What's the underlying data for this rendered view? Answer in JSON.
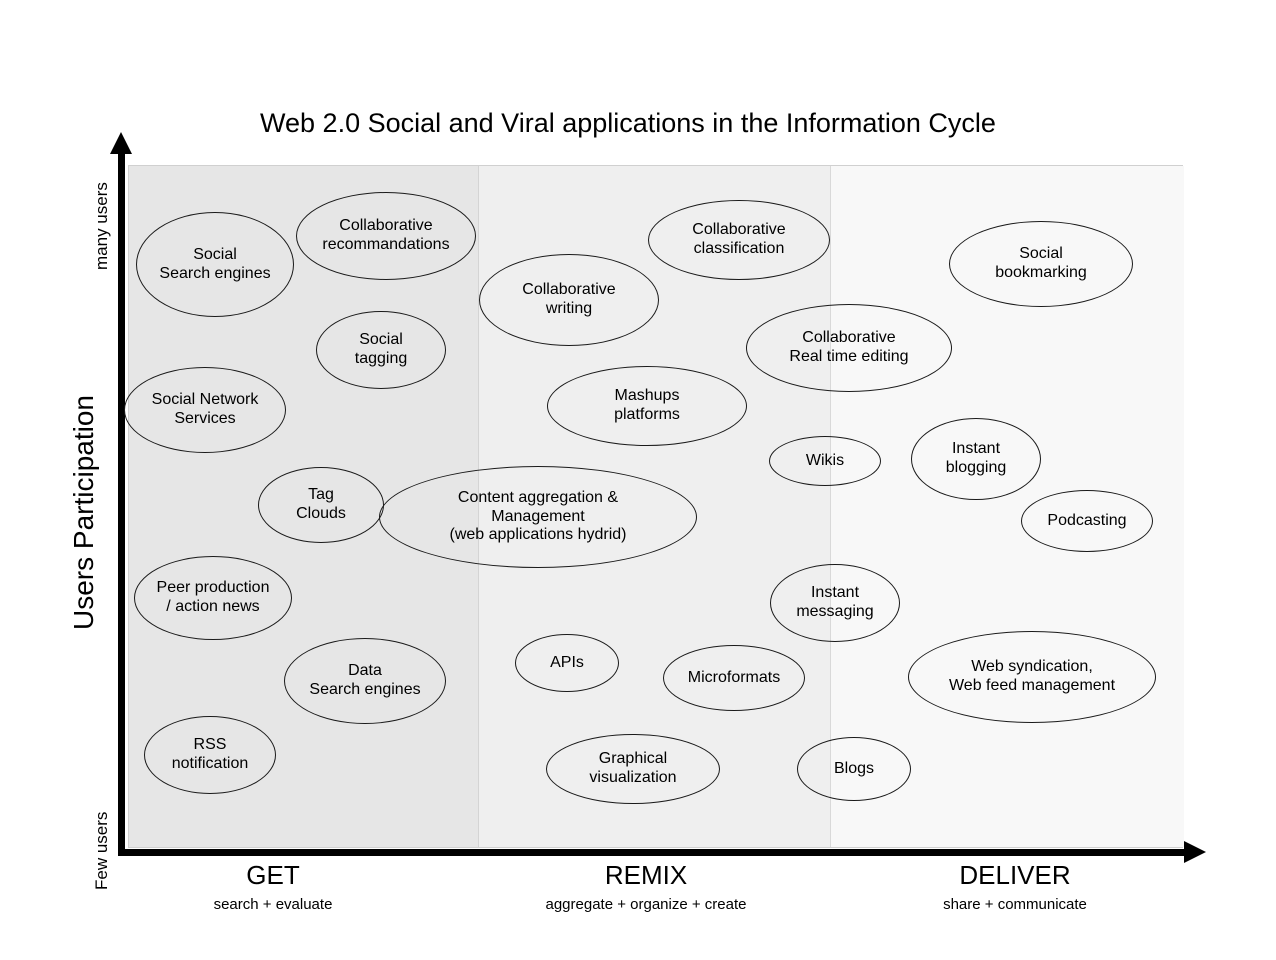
{
  "title": "Web 2.0 Social and Viral applications in the Information Cycle",
  "axes": {
    "y_title": "Users Participation",
    "y_top_label": "many users",
    "y_bottom_label": "Few users"
  },
  "stages": [
    {
      "name": "GET",
      "subtitle": "search + evaluate"
    },
    {
      "name": "REMIX",
      "subtitle": "aggregate + organize + create"
    },
    {
      "name": "DELIVER",
      "subtitle": "share + communicate"
    }
  ],
  "colors": {
    "band_get": "#e6e6e6",
    "band_remix": "#efefef",
    "band_deliver": "#f8f8f8",
    "ellipse_stroke": "#1a1a1a",
    "text": "#000000",
    "axis": "#000000"
  },
  "chart_data": {
    "type": "scatter",
    "title": "Web 2.0 Social and Viral applications in the Information Cycle",
    "xlabel": "",
    "ylabel": "Users Participation",
    "x_categories": [
      "GET",
      "REMIX",
      "DELIVER"
    ],
    "y_axis_ticks": [
      "Few users",
      "many users"
    ],
    "grid": false,
    "legend": "none",
    "nodes": [
      {
        "label": "Social\nSearch engines",
        "stage": "GET",
        "participation": "high"
      },
      {
        "label": "Collaborative\nrecommandations",
        "stage": "GET",
        "participation": "very high"
      },
      {
        "label": "Social\ntagging",
        "stage": "GET",
        "participation": "high"
      },
      {
        "label": "Social Network\nServices",
        "stage": "GET",
        "participation": "medium-high"
      },
      {
        "label": "Tag\nClouds",
        "stage": "GET",
        "participation": "medium"
      },
      {
        "label": "Peer production\n/  action news",
        "stage": "GET",
        "participation": "medium-low"
      },
      {
        "label": "Data\nSearch engines",
        "stage": "GET",
        "participation": "low"
      },
      {
        "label": "RSS\nnotification",
        "stage": "GET",
        "participation": "low"
      },
      {
        "label": "Collaborative\nwriting",
        "stage": "REMIX",
        "participation": "very high"
      },
      {
        "label": "Collaborative\nclassification",
        "stage": "REMIX",
        "participation": "very high"
      },
      {
        "label": "Mashups\nplatforms",
        "stage": "REMIX",
        "participation": "medium-high"
      },
      {
        "label": "Content aggregation &\nManagement\n(web applications hydrid)",
        "stage": "GET/REMIX",
        "participation": "medium"
      },
      {
        "label": "APIs",
        "stage": "REMIX",
        "participation": "low"
      },
      {
        "label": "Microformats",
        "stage": "REMIX",
        "participation": "low"
      },
      {
        "label": "Graphical\nvisualization",
        "stage": "REMIX",
        "participation": "very low"
      },
      {
        "label": "Collaborative\nReal time editing",
        "stage": "REMIX/DELIVER",
        "participation": "high"
      },
      {
        "label": "Wikis",
        "stage": "REMIX/DELIVER",
        "participation": "medium-high"
      },
      {
        "label": "Instant\nmessaging",
        "stage": "REMIX/DELIVER",
        "participation": "medium-low"
      },
      {
        "label": "Blogs",
        "stage": "REMIX/DELIVER",
        "participation": "very low"
      },
      {
        "label": "Social\nbookmarking",
        "stage": "DELIVER",
        "participation": "very high"
      },
      {
        "label": "Instant\nblogging",
        "stage": "DELIVER",
        "participation": "medium-high"
      },
      {
        "label": "Podcasting",
        "stage": "DELIVER",
        "participation": "medium"
      },
      {
        "label": "Web syndication,\nWeb feed management",
        "stage": "DELIVER",
        "participation": "low"
      }
    ]
  },
  "nodes": {
    "social_search_engines": "Social\nSearch engines",
    "collaborative_recommandations": "Collaborative\nrecommandations",
    "social_tagging": "Social\ntagging",
    "social_network_services": "Social Network\nServices",
    "tag_clouds": "Tag\nClouds",
    "peer_production": "Peer production\n/  action news",
    "data_search_engines": "Data\nSearch engines",
    "rss_notification": "RSS\nnotification",
    "collaborative_writing": "Collaborative\nwriting",
    "collaborative_classification": "Collaborative\nclassification",
    "mashups_platforms": "Mashups\nplatforms",
    "content_aggregation": "Content aggregation &\nManagement\n(web applications hydrid)",
    "apis": "APIs",
    "microformats": "Microformats",
    "graphical_visualization": "Graphical\nvisualization",
    "collaborative_real_time_editing": "Collaborative\nReal time editing",
    "wikis": "Wikis",
    "instant_messaging": "Instant\nmessaging",
    "blogs": "Blogs",
    "social_bookmarking": "Social\nbookmarking",
    "instant_blogging": "Instant\nblogging",
    "podcasting": "Podcasting",
    "web_syndication": "Web syndication,\nWeb feed management"
  }
}
